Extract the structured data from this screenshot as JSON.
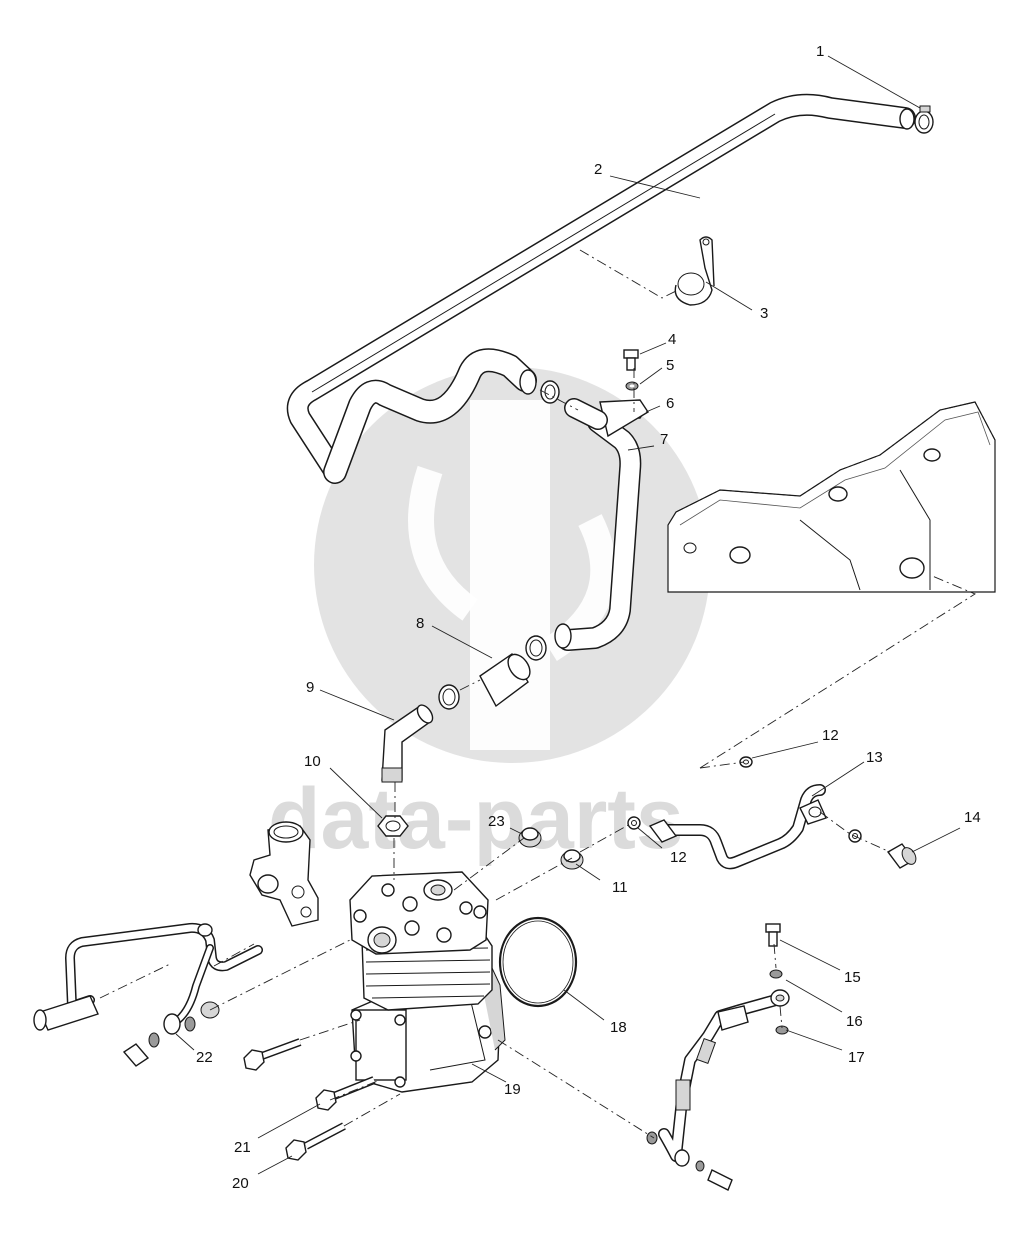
{
  "watermark": {
    "text": "data-parts"
  },
  "callouts": [
    {
      "id": "1",
      "label": "1"
    },
    {
      "id": "2",
      "label": "2"
    },
    {
      "id": "3",
      "label": "3"
    },
    {
      "id": "4",
      "label": "4"
    },
    {
      "id": "5",
      "label": "5"
    },
    {
      "id": "6",
      "label": "6"
    },
    {
      "id": "7",
      "label": "7"
    },
    {
      "id": "8",
      "label": "8"
    },
    {
      "id": "9",
      "label": "9"
    },
    {
      "id": "10",
      "label": "10"
    },
    {
      "id": "11",
      "label": "11"
    },
    {
      "id": "12a",
      "label": "12"
    },
    {
      "id": "12b",
      "label": "12"
    },
    {
      "id": "13",
      "label": "13"
    },
    {
      "id": "14",
      "label": "14"
    },
    {
      "id": "15",
      "label": "15"
    },
    {
      "id": "16",
      "label": "16"
    },
    {
      "id": "17",
      "label": "17"
    },
    {
      "id": "18",
      "label": "18"
    },
    {
      "id": "19",
      "label": "19"
    },
    {
      "id": "20",
      "label": "20"
    },
    {
      "id": "21",
      "label": "21"
    },
    {
      "id": "22",
      "label": "22"
    },
    {
      "id": "23",
      "label": "23"
    }
  ]
}
